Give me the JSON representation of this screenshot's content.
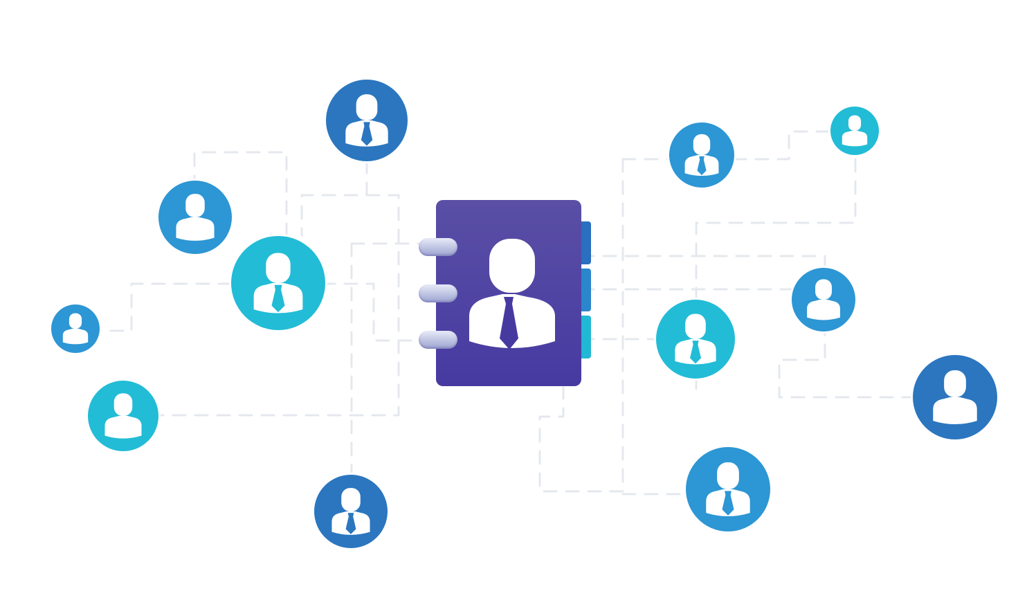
{
  "scene": {
    "description_label": "",
    "colors": {
      "background": "#ffffff",
      "book": "#4f44a3",
      "book_tab_dark": "#2a6fc0",
      "book_tab_teal": "#22b8d4",
      "avatar_dark_blue": "#2b76bf",
      "avatar_mid_blue": "#2d96d4",
      "avatar_teal": "#22bcd6",
      "person": "#ffffff",
      "connector_lines": "#e4e8ee"
    },
    "central_icon": "contact-book-icon",
    "avatars": [
      {
        "name": "avatar-top-center",
        "icon": "businessman-icon",
        "color": "avatar_dark_blue"
      },
      {
        "name": "avatar-left-upper",
        "icon": "person-icon",
        "color": "avatar_mid_blue"
      },
      {
        "name": "avatar-left-large",
        "icon": "businessman-icon",
        "color": "avatar_teal"
      },
      {
        "name": "avatar-far-left",
        "icon": "person-icon",
        "color": "avatar_mid_blue"
      },
      {
        "name": "avatar-left-lower",
        "icon": "person-icon",
        "color": "avatar_teal"
      },
      {
        "name": "avatar-bottom-left",
        "icon": "businessman-icon",
        "color": "avatar_dark_blue"
      },
      {
        "name": "avatar-right-top",
        "icon": "businessman-icon",
        "color": "avatar_mid_blue"
      },
      {
        "name": "avatar-far-right-top",
        "icon": "person-icon",
        "color": "avatar_teal"
      },
      {
        "name": "avatar-right-center",
        "icon": "businessman-icon",
        "color": "avatar_teal"
      },
      {
        "name": "avatar-right-mid",
        "icon": "person-icon",
        "color": "avatar_mid_blue"
      },
      {
        "name": "avatar-far-right",
        "icon": "person-icon",
        "color": "avatar_dark_blue"
      },
      {
        "name": "avatar-bottom-right",
        "icon": "businessman-icon",
        "color": "avatar_mid_blue"
      }
    ]
  }
}
